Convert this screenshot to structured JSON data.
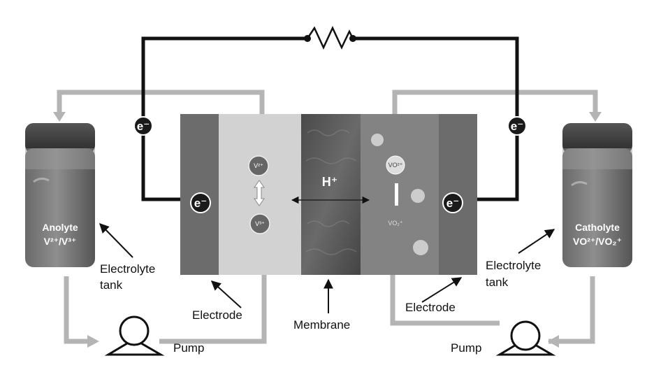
{
  "labels": {
    "electrolyte_tank_left": [
      "Electrolyte",
      "tank"
    ],
    "electrolyte_tank_right": [
      "Electrolyte",
      "tank"
    ],
    "electrode_left": "Electrode",
    "electrode_right": "Electrode",
    "membrane": "Membrane",
    "pump_left": "Pump",
    "pump_right": "Pump"
  },
  "tanks": {
    "anolyte": {
      "name": "Anolyte",
      "species": "V²⁺/V³⁺"
    },
    "catholyte": {
      "name": "Catholyte",
      "species": "VO²⁺/VO₂⁺"
    }
  },
  "cell": {
    "proton": "H⁺",
    "electron": "e⁻",
    "ion_v2": "V²⁺",
    "ion_v3": "V³⁺",
    "ion_vo2": "VO²⁺",
    "ion_vo2p": "VO₂⁺"
  },
  "colors": {
    "wire": "#111111",
    "pipe": "#b4b4b4",
    "electrode": "#6c6c6c",
    "anolyte_chamber": "#d2d2d2",
    "membrane": "#5a5a5a",
    "catholyte_chamber": "#838383",
    "electron_bg": "#1a1a1a"
  }
}
